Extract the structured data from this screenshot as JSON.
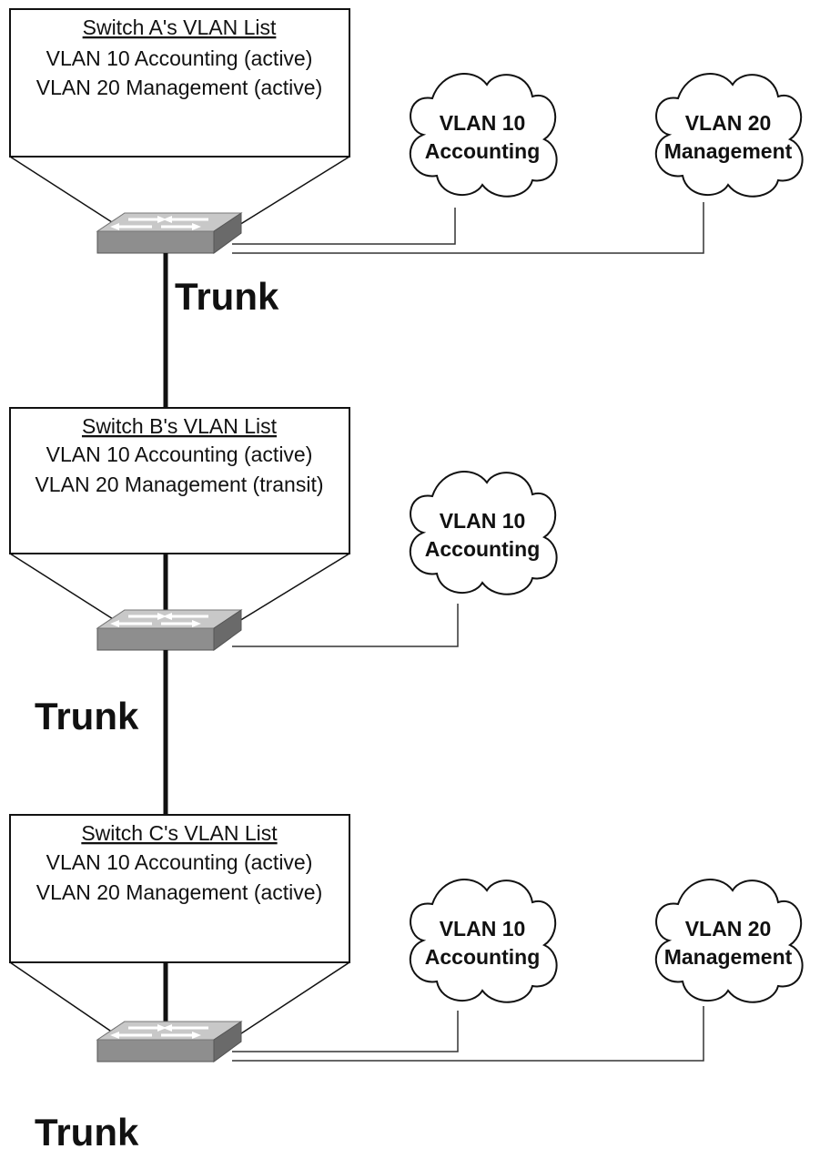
{
  "switches": [
    {
      "title": "Switch A's VLAN List",
      "vlan_lines": [
        "VLAN 10 Accounting (active)",
        "VLAN 20 Management (active)"
      ],
      "clouds": [
        {
          "line1": "VLAN 10",
          "line2": "Accounting"
        },
        {
          "line1": "VLAN 20",
          "line2": "Management"
        }
      ],
      "trunk_label": "Trunk"
    },
    {
      "title": "Switch B's VLAN List",
      "vlan_lines": [
        "VLAN 10 Accounting (active)",
        "VLAN 20 Management (transit)"
      ],
      "clouds": [
        {
          "line1": "VLAN 10",
          "line2": "Accounting"
        }
      ],
      "trunk_label": "Trunk"
    },
    {
      "title": "Switch C's VLAN List",
      "vlan_lines": [
        "VLAN 10 Accounting (active)",
        "VLAN 20 Management (active)"
      ],
      "clouds": [
        {
          "line1": "VLAN 10",
          "line2": "Accounting"
        },
        {
          "line1": "VLAN 20",
          "line2": "Management"
        }
      ],
      "trunk_label": "Trunk"
    }
  ]
}
